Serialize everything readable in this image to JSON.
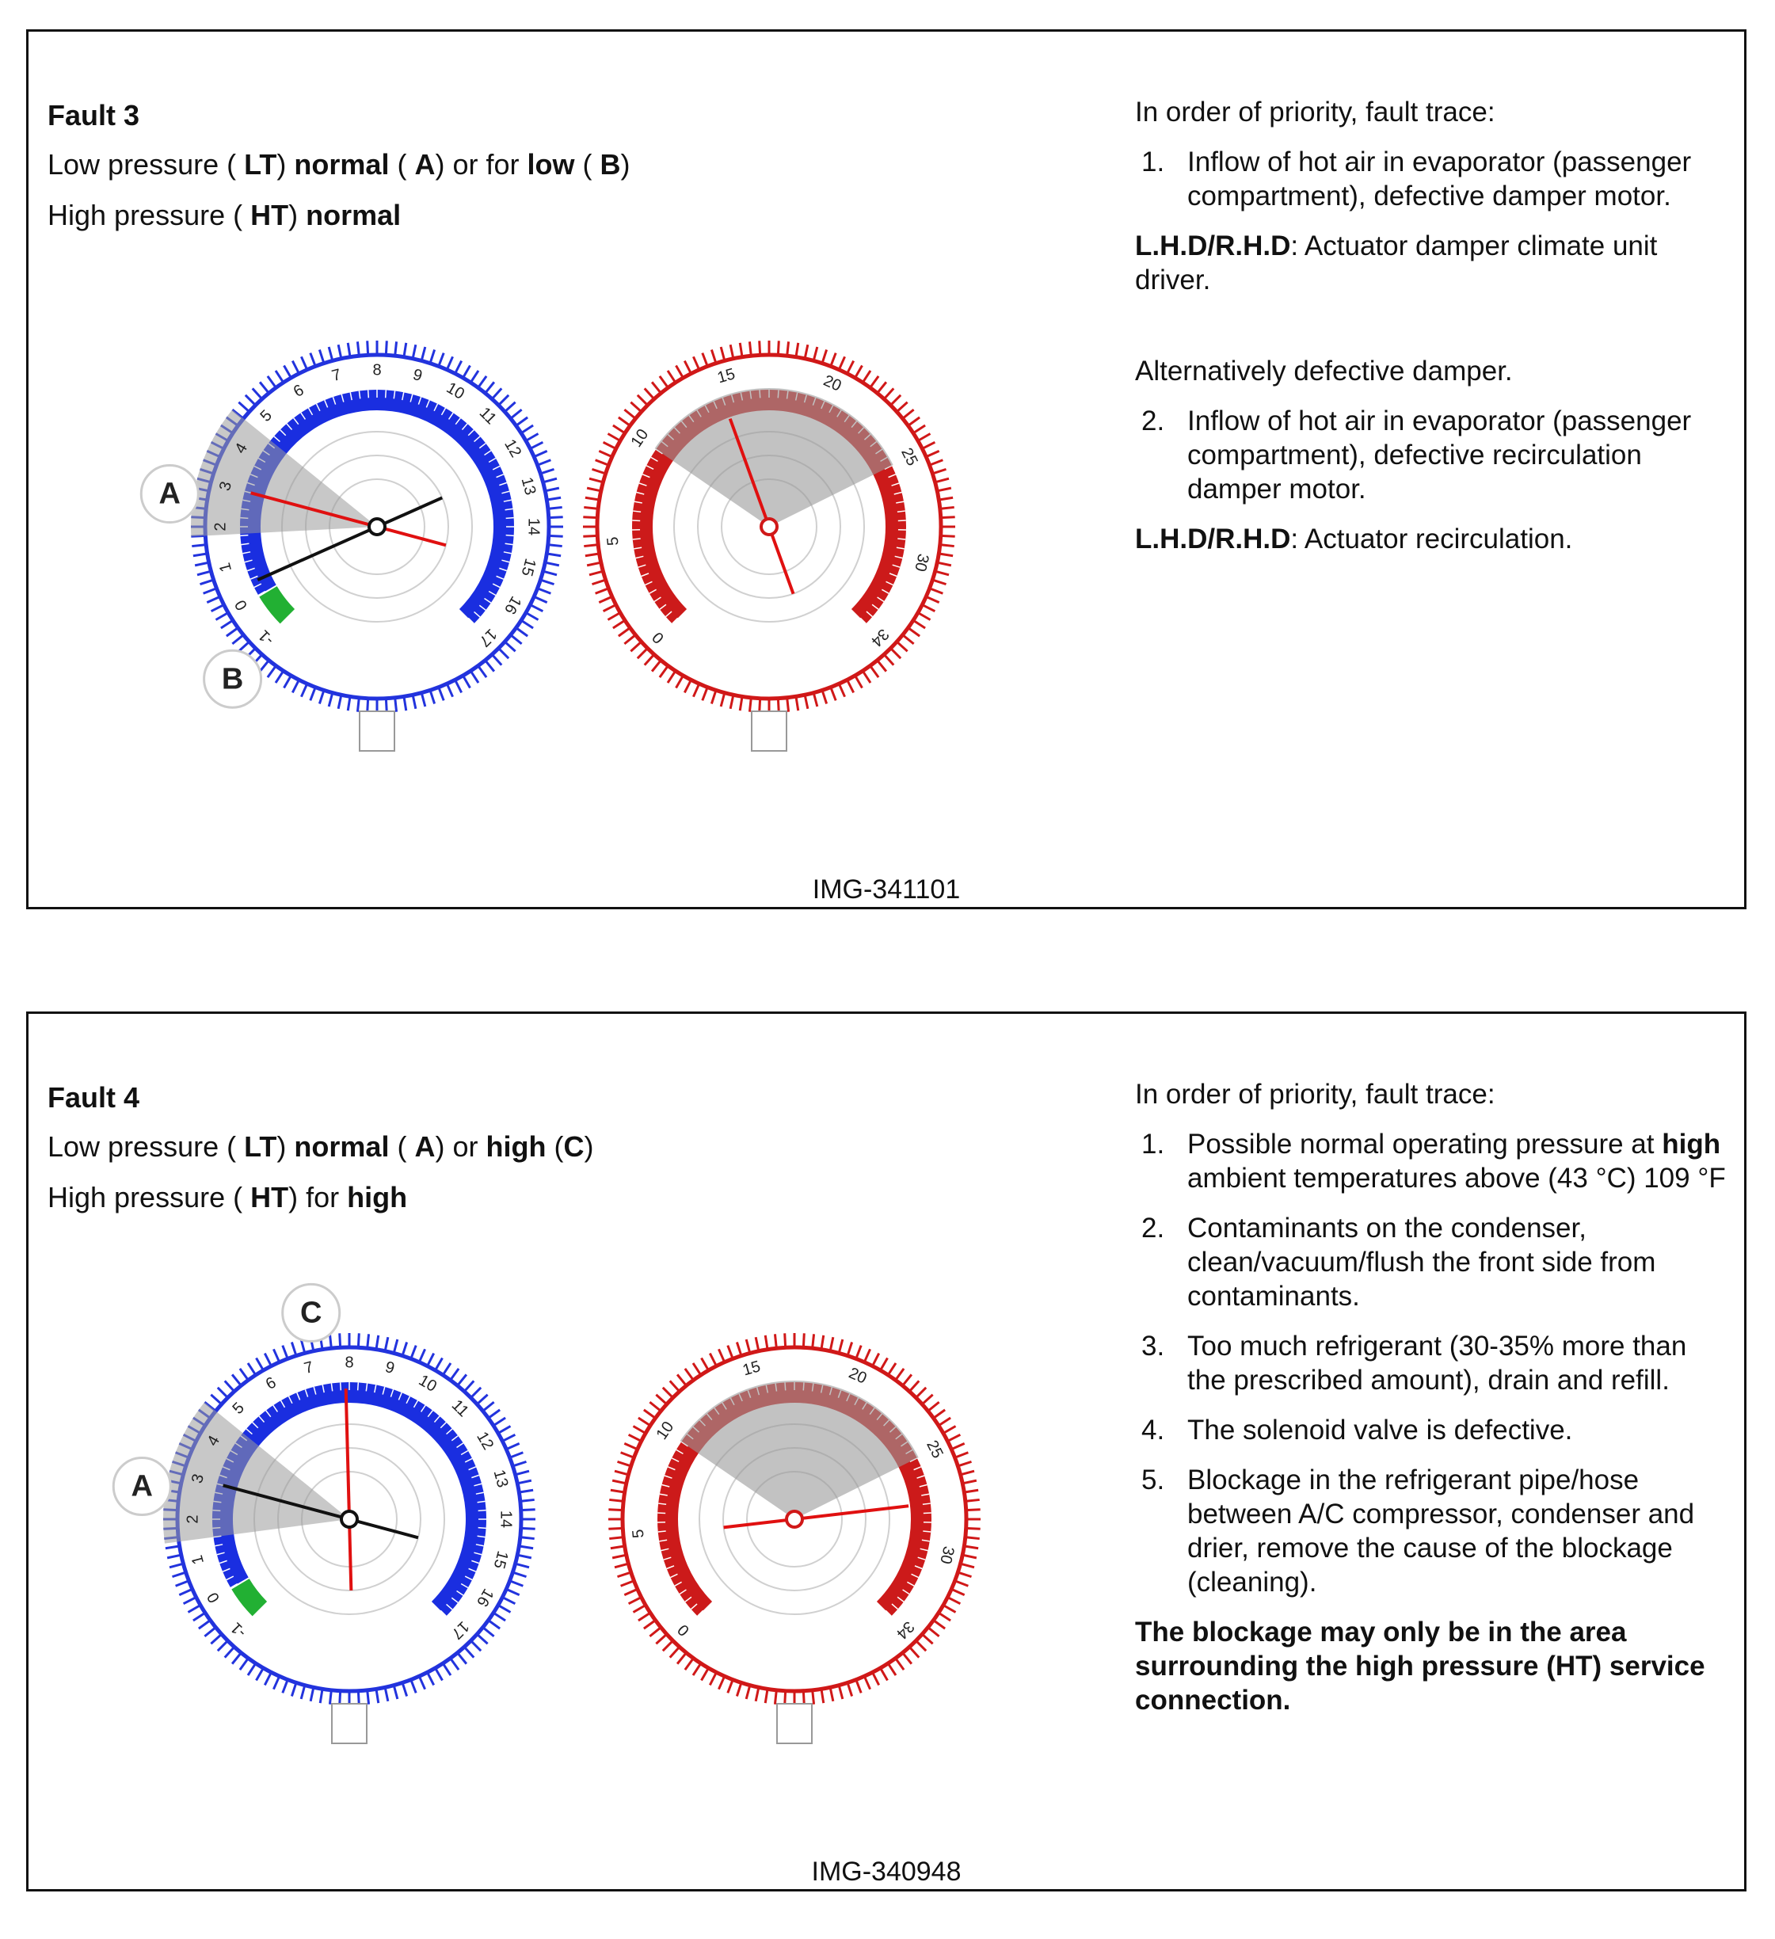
{
  "panels": [
    {
      "title": "Fault 3",
      "lines": [
        {
          "segments": [
            {
              "text": "Low pressure ( ",
              "bold": false
            },
            {
              "text": "LT",
              "bold": true
            },
            {
              "text": ") ",
              "bold": false
            },
            {
              "text": "normal",
              "bold": true
            },
            {
              "text": " ( ",
              "bold": false
            },
            {
              "text": "A",
              "bold": true
            },
            {
              "text": ") or for ",
              "bold": false
            },
            {
              "text": "low",
              "bold": true
            },
            {
              "text": " ( ",
              "bold": false
            },
            {
              "text": "B",
              "bold": true
            },
            {
              "text": ")",
              "bold": false
            }
          ]
        },
        {
          "segments": [
            {
              "text": "High pressure ( ",
              "bold": false
            },
            {
              "text": "HT",
              "bold": true
            },
            {
              "text": ") ",
              "bold": false
            },
            {
              "text": "normal",
              "bold": true
            }
          ]
        }
      ],
      "intro": "In order of priority, fault trace:",
      "blocks": [
        {
          "type": "item",
          "num": "1.",
          "text": "Inflow of hot air in evaporator (passenger compartment), defective damper motor."
        },
        {
          "type": "note",
          "label": "L.H.D/R.H.D",
          "text": ": Actuator damper climate unit driver."
        },
        {
          "type": "spacer"
        },
        {
          "type": "para",
          "text": "Alternatively defective damper."
        },
        {
          "type": "item",
          "num": "2.",
          "text": "Inflow of hot air in evaporator (passenger compartment), defective recirculation damper motor."
        },
        {
          "type": "note",
          "label": "L.H.D/R.H.D",
          "text": ": Actuator recirculation."
        }
      ],
      "image_id": "IMG-341101",
      "low_gauge": {
        "scale_labels": [
          "-1",
          "0",
          "1",
          "2",
          "3",
          "4",
          "5",
          "6",
          "7",
          "8",
          "9",
          "10",
          "11",
          "12",
          "13",
          "14",
          "15",
          "16",
          "17"
        ],
        "normal_zone_range": [
          1.8,
          4.6
        ],
        "needles": [
          {
            "color": "#e01010",
            "value": 3.0
          },
          {
            "color": "#111111",
            "value": 0.4
          }
        ],
        "callouts": [
          {
            "label": "A",
            "value": 2.6
          },
          {
            "label": "B",
            "value": -1.1
          }
        ]
      },
      "high_gauge": {
        "scale_labels": [
          "0",
          "5",
          "10",
          "15",
          "20",
          "25",
          "30",
          "34"
        ],
        "normal_zone_range": [
          10,
          25
        ],
        "needles": [
          {
            "color": "#e01010",
            "value": 14.5
          }
        ]
      }
    },
    {
      "title": "Fault 4",
      "lines": [
        {
          "segments": [
            {
              "text": "Low pressure ( ",
              "bold": false
            },
            {
              "text": "LT",
              "bold": true
            },
            {
              "text": ") ",
              "bold": false
            },
            {
              "text": "normal",
              "bold": true
            },
            {
              "text": " ( ",
              "bold": false
            },
            {
              "text": "A",
              "bold": true
            },
            {
              "text": ") or ",
              "bold": false
            },
            {
              "text": "high",
              "bold": true
            },
            {
              "text": " (",
              "bold": false
            },
            {
              "text": "C",
              "bold": true
            },
            {
              "text": ")",
              "bold": false
            }
          ]
        },
        {
          "segments": [
            {
              "text": "High pressure ( ",
              "bold": false
            },
            {
              "text": "HT",
              "bold": true
            },
            {
              "text": ") for ",
              "bold": false
            },
            {
              "text": "high",
              "bold": true
            }
          ]
        }
      ],
      "intro": "In order of priority, fault trace:",
      "blocks": [
        {
          "type": "item",
          "num": "1.",
          "segments": [
            {
              "text": "Possible normal operating pressure at ",
              "bold": false
            },
            {
              "text": "high",
              "bold": true
            },
            {
              "text": " ambient temperatures above (43 °C) 109 °F",
              "bold": false
            }
          ]
        },
        {
          "type": "item",
          "num": "2.",
          "text": "Contaminants on the condenser, clean/vacuum/flush the front side from contaminants."
        },
        {
          "type": "item",
          "num": "3.",
          "text": "Too much refrigerant (30-35% more than the prescribed amount), drain and refill."
        },
        {
          "type": "item",
          "num": "4.",
          "text": "The solenoid valve is defective."
        },
        {
          "type": "item",
          "num": "5.",
          "text": "Blockage in the refrigerant pipe/hose between A/C compressor, condenser and drier, remove the cause of the blockage (cleaning)."
        },
        {
          "type": "boldpara",
          "text": "The blockage may only be in the area surrounding the high pressure (HT) service connection."
        }
      ],
      "image_id": "IMG-340948",
      "low_gauge": {
        "scale_labels": [
          "-1",
          "0",
          "1",
          "2",
          "3",
          "4",
          "5",
          "6",
          "7",
          "8",
          "9",
          "10",
          "11",
          "12",
          "13",
          "14",
          "15",
          "16",
          "17"
        ],
        "normal_zone_range": [
          1.5,
          4.6
        ],
        "needles": [
          {
            "color": "#e01010",
            "value": 7.9
          },
          {
            "color": "#111111",
            "value": 3.0
          }
        ],
        "callouts": [
          {
            "label": "A",
            "value": 2.6
          },
          {
            "label": "C",
            "value": 7.3
          }
        ]
      },
      "high_gauge": {
        "scale_labels": [
          "0",
          "5",
          "10",
          "15",
          "20",
          "25",
          "30",
          "34"
        ],
        "normal_zone_range": [
          10,
          25
        ],
        "needles": [
          {
            "color": "#e01010",
            "value": 27.5
          }
        ]
      }
    }
  ]
}
